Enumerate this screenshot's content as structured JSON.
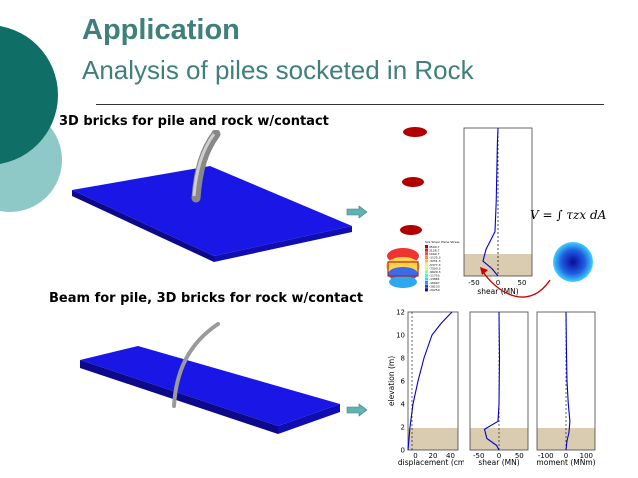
{
  "slide": {
    "title": "Application",
    "subtitle": "Analysis of piles socketed in Rock",
    "caption_top": "3D bricks for pile and rock w/contact",
    "caption_bottom": "Beam for pile, 3D bricks for rock w/contact",
    "formula": "V = ∫ τzx dA",
    "colors": {
      "title": "#3f7f7c",
      "circle_dark": "#0f6e66",
      "circle_light": "#8ec9c7",
      "slab": "#1a17e6",
      "soil": "#d9ccb0",
      "curve": "#0000cc"
    },
    "icons": [
      "arrow-right-icon",
      "arrow-right-icon",
      "pile-3d-model",
      "beam-3d-model",
      "stress-contour-model"
    ]
  },
  "legend_tiny": {
    "title": "Sxx Shear Plane Stress",
    "values": [
      "4500.7",
      "3126.7",
      "1000.7",
      "-1125.3",
      "-3251.3",
      "-5377.3",
      "-7503.3",
      "-9629.3",
      "-11755",
      "-13881",
      "-16007",
      "-18133",
      "-20259"
    ]
  },
  "chart_data": [
    {
      "type": "line",
      "xlabel": "shear (MN)",
      "ylabel": "",
      "xticks": [
        "-50",
        "0",
        "50"
      ],
      "x": [
        0,
        -1,
        -2,
        -3,
        -5,
        -20,
        -25,
        -10,
        0
      ],
      "y": [
        1.0,
        0.9,
        0.7,
        0.5,
        0.3,
        0.18,
        0.1,
        0.05,
        0.0
      ],
      "series": [
        {
          "name": "",
          "values": [
            0,
            -1,
            -2,
            -3,
            -5,
            -20,
            -25,
            -10,
            0
          ]
        }
      ]
    },
    {
      "type": "line",
      "xlabel": "displacement (cm)",
      "ylabel": "elevation (m)",
      "xticks": [
        "0",
        "20",
        "40"
      ],
      "yticks": [
        "0",
        "2",
        "4",
        "6",
        "8",
        "10",
        "12"
      ],
      "xlim": [
        0,
        50
      ],
      "ylim": [
        0,
        12
      ],
      "x": [
        0,
        2,
        5,
        10,
        16,
        24,
        33,
        44
      ],
      "y": [
        0,
        2,
        4,
        6,
        8,
        10,
        11,
        12
      ]
    },
    {
      "type": "line",
      "xlabel": "shear (MN)",
      "xticks": [
        "-50",
        "0",
        "50"
      ],
      "xlim": [
        -60,
        60
      ],
      "ylim": [
        0,
        12
      ],
      "x": [
        0,
        1,
        0,
        -2,
        -30,
        -25,
        -5,
        0
      ],
      "y": [
        12,
        8,
        4,
        2.5,
        1.8,
        1.0,
        0.4,
        0
      ]
    },
    {
      "type": "line",
      "xlabel": "moment (MNm)",
      "xticks": [
        "-100",
        "0",
        "100"
      ],
      "xlim": [
        -150,
        150
      ],
      "ylim": [
        0,
        12
      ],
      "x": [
        0,
        2,
        5,
        12,
        20,
        15,
        5,
        0
      ],
      "y": [
        12,
        9,
        6,
        4,
        2.5,
        1.5,
        0.8,
        0
      ]
    }
  ]
}
